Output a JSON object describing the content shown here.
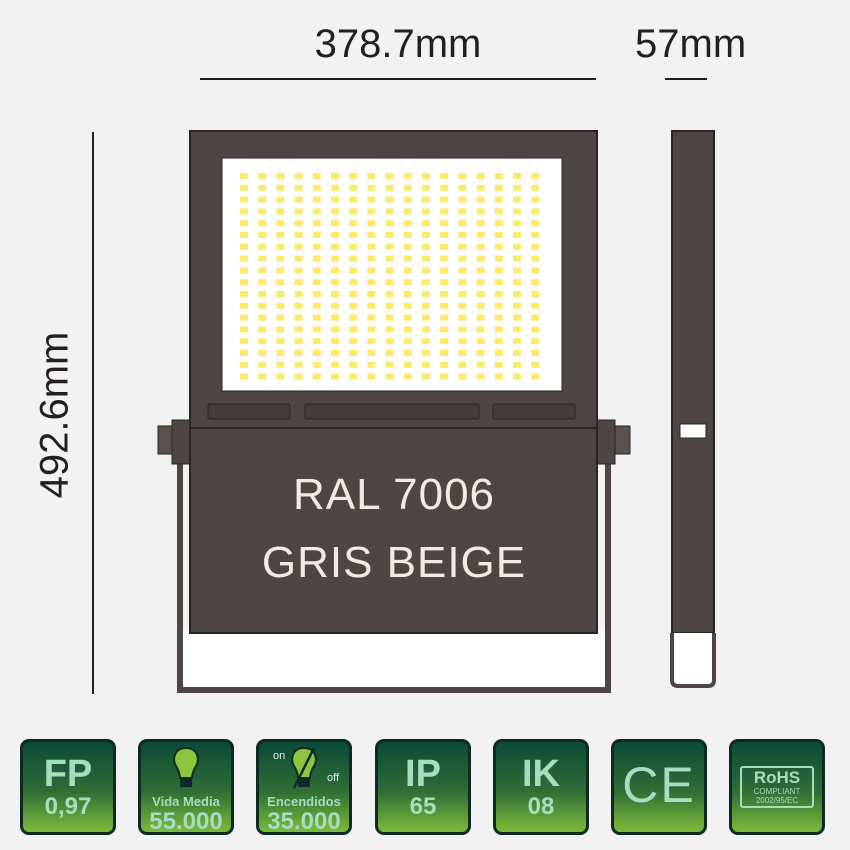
{
  "dimensions": {
    "width": "378.7mm",
    "depth": "57mm",
    "height": "492.6mm"
  },
  "color_label": {
    "line1": "RAL 7006",
    "line2": "GRIS BEIGE"
  },
  "colors": {
    "housing": "#4d4644",
    "led": "#fde96a",
    "badge_top": "#0c4a38",
    "badge_bottom": "#7dbb3a",
    "badge_text": "#a6dcc0"
  },
  "badges": [
    {
      "title": "FP",
      "value": "0,97"
    },
    {
      "icon": "bulb-icon",
      "title": "Vida Media",
      "value": "55.000"
    },
    {
      "icon": "bulb-switch-icon",
      "on": "on",
      "off": "off",
      "title": "Encendidos",
      "value": "35.000"
    },
    {
      "title": "IP",
      "value": "65"
    },
    {
      "title": "IK",
      "value": "08"
    },
    {
      "title": "CE"
    },
    {
      "title": "RoHS",
      "line1": "COMPLIANT",
      "line2": "2002/95/EC"
    }
  ]
}
